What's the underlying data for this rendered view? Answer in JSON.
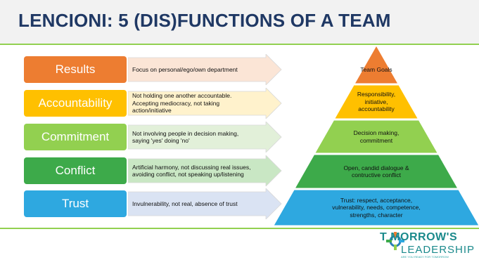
{
  "title": "LENCIONI: 5 (DIS)FUNCTIONS OF A TEAM",
  "levels": [
    {
      "label": "Results",
      "color": "#ed7d31",
      "arrow_color": "#fbe5d6",
      "dysfunction_lines": [
        "Focus on personal/ego/own department"
      ]
    },
    {
      "label": "Accountability",
      "color": "#ffc000",
      "arrow_color": "#fff2cc",
      "dysfunction_lines": [
        "Not holding one another accountable.",
        "Accepting mediocracy, not taking",
        "action/initiative"
      ]
    },
    {
      "label": "Commitment",
      "color": "#92d050",
      "arrow_color": "#e2f0d9",
      "dysfunction_lines": [
        "Not involving people in decision making,",
        "saying 'yes' doing 'no'"
      ]
    },
    {
      "label": "Conflict",
      "color": "#3daa4a",
      "arrow_color": "#c9e7c4",
      "dysfunction_lines": [
        "Artificial harmony, not discussing real issues,",
        "avoiding conflict, not speaking up/listening"
      ]
    },
    {
      "label": "Trust",
      "color": "#2ea8e0",
      "arrow_color": "#dae3f3",
      "dysfunction_lines": [
        "Invulnerability, not real, absence of trust"
      ]
    }
  ],
  "pyramid": [
    {
      "lines": [
        "Team Goals"
      ],
      "color": "#ed7d31"
    },
    {
      "lines": [
        "Responsibility,",
        "initiative,",
        "accountability"
      ],
      "color": "#ffc000"
    },
    {
      "lines": [
        "Decision making,",
        "commitment"
      ],
      "color": "#92d050"
    },
    {
      "lines": [
        "Open, candid dialogue &",
        "contructive conflict"
      ],
      "color": "#3daa4a"
    },
    {
      "lines": [
        "Trust: respect, acceptance,",
        "vulnerability, needs, competence,",
        "strengths, character"
      ],
      "color": "#2ea8e0"
    }
  ],
  "logo": {
    "line1": "T MORROW'S",
    "line2": "LEADERSHIP",
    "tagline": "ARE YOU READY FOR TOMORROW"
  },
  "colors": {
    "title": "#1f3864",
    "divider": "#92d050",
    "logo": "#1b8a8c"
  }
}
